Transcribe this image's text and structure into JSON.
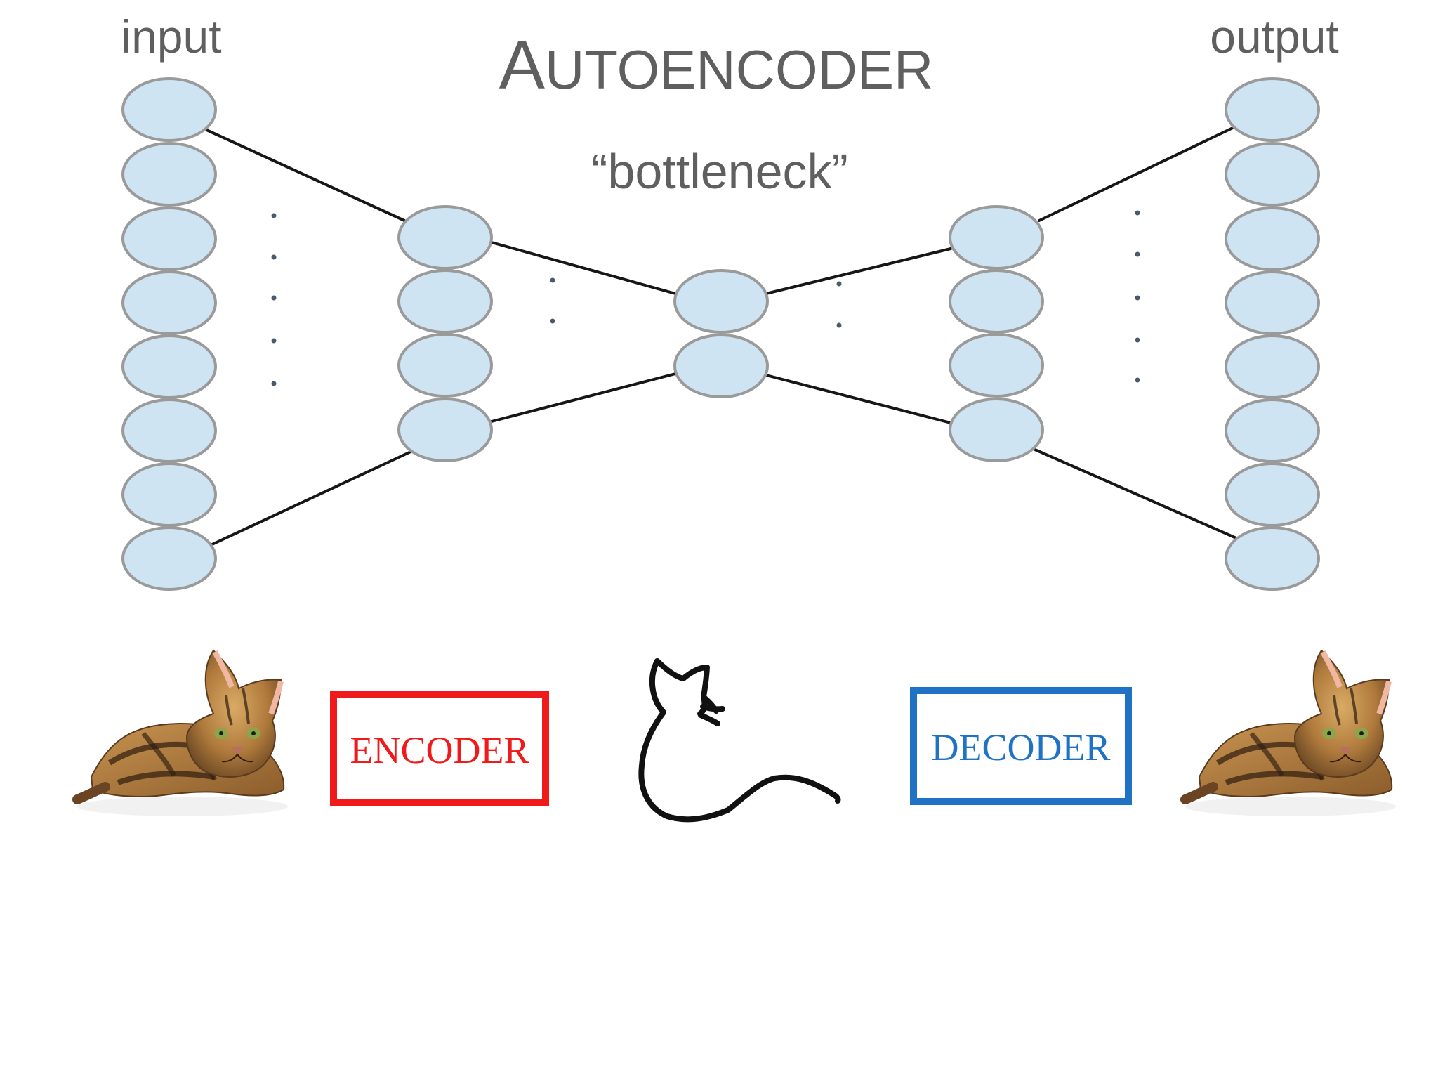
{
  "title": {
    "first_letter": "A",
    "rest": "UTOENCODER"
  },
  "labels": {
    "input": "input",
    "output": "output",
    "bottleneck": "“bottleneck”"
  },
  "boxes": {
    "encoder": {
      "label": "ENCODER",
      "color": "#f01a1a"
    },
    "decoder": {
      "label": "DECODER",
      "color": "#1f72c4"
    }
  },
  "network": {
    "layers": [
      {
        "role": "input",
        "node_count": 8
      },
      {
        "role": "encoder-hidden",
        "node_count": 4
      },
      {
        "role": "bottleneck",
        "node_count": 2
      },
      {
        "role": "decoder-hidden",
        "node_count": 4
      },
      {
        "role": "output",
        "node_count": 8
      }
    ],
    "node_color": "#cfe4f3",
    "node_stroke": "#9a9a9a"
  },
  "icons": {
    "input_image": "cat-photo-icon",
    "latent_image": "cat-sketch-icon",
    "output_image": "cat-photo-icon"
  }
}
